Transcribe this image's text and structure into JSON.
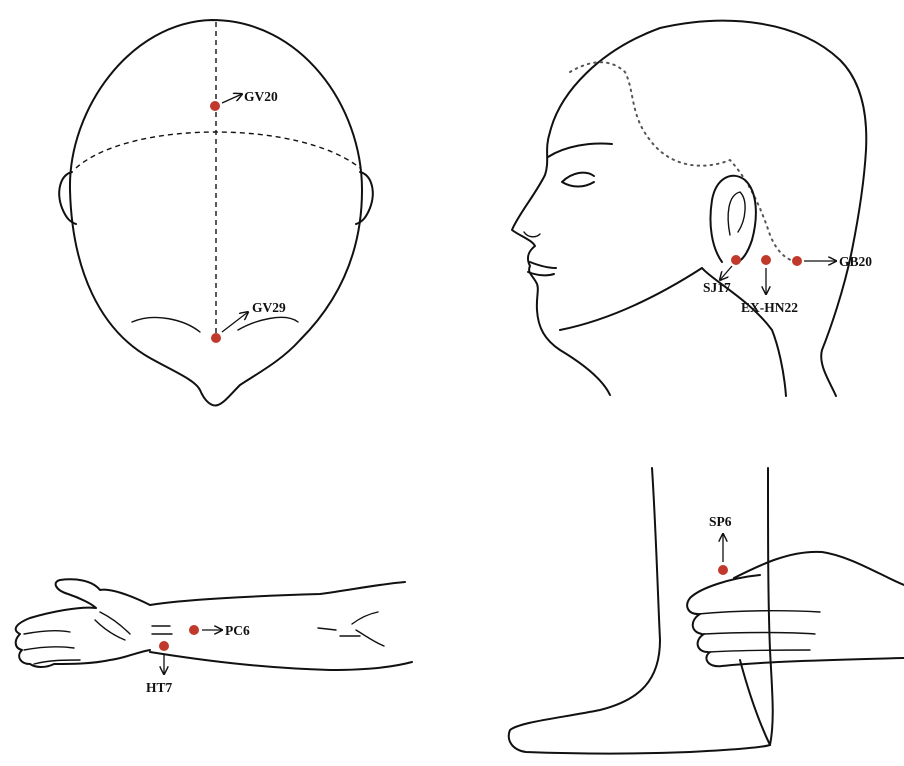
{
  "colors": {
    "acupoint": "#c0392b",
    "ink": "#111111",
    "background": "#ffffff"
  },
  "panels": {
    "head_top": {
      "points": [
        {
          "label": "GV20"
        },
        {
          "label": "GV29"
        }
      ]
    },
    "head_side": {
      "points": [
        {
          "label": "SJ17"
        },
        {
          "label": "EX-HN22"
        },
        {
          "label": "GB20"
        }
      ]
    },
    "forearm": {
      "points": [
        {
          "label": "PC6"
        },
        {
          "label": "HT7"
        }
      ]
    },
    "ankle": {
      "points": [
        {
          "label": "SP6"
        }
      ]
    }
  }
}
